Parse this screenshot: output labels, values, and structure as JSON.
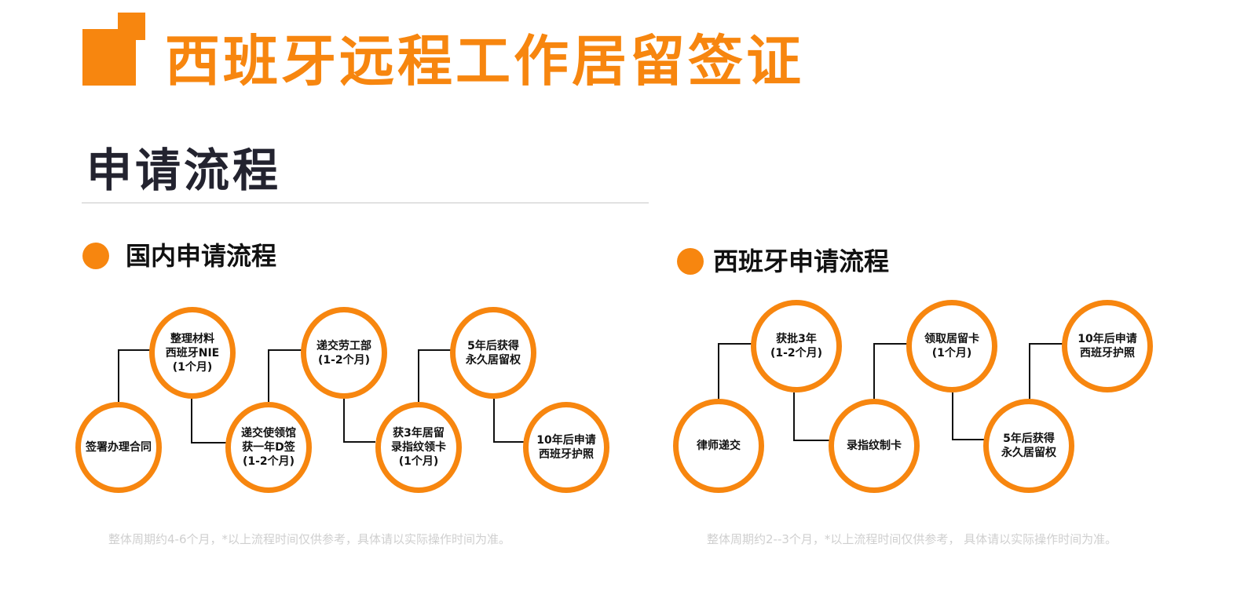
{
  "header": {
    "title": "西班牙远程工作居留签证"
  },
  "section": {
    "title": "申请流程"
  },
  "domestic": {
    "title": "国内申请流程",
    "nodes": [
      "签署办理合同",
      "整理材料\n西班牙NIE\n(1个月)",
      "递交使领馆\n获一年D签\n(1-2个月)",
      "递交劳工部\n(1-2个月)",
      "获3年居留\n录指纹领卡\n(1个月)",
      "5年后获得\n永久居留权",
      "10年后申请\n西班牙护照"
    ],
    "note": "整体周期约4-6个月，*以上流程时间仅供参考，具体请以实际操作时间为准。"
  },
  "spain": {
    "title": "西班牙申请流程",
    "nodes": [
      "律师递交",
      "获批3年\n(1-2个月)",
      "录指纹制卡",
      "领取居留卡\n(1个月)",
      "5年后获得\n永久居留权",
      "10年后申请\n西班牙护照"
    ],
    "note": "整体周期约2--3个月，*以上流程时间仅供参考， 具体请以实际操作时间为准。"
  },
  "colors": {
    "accent": "#f7860f",
    "heading": "#23232f",
    "note": "#cfcfcf"
  }
}
